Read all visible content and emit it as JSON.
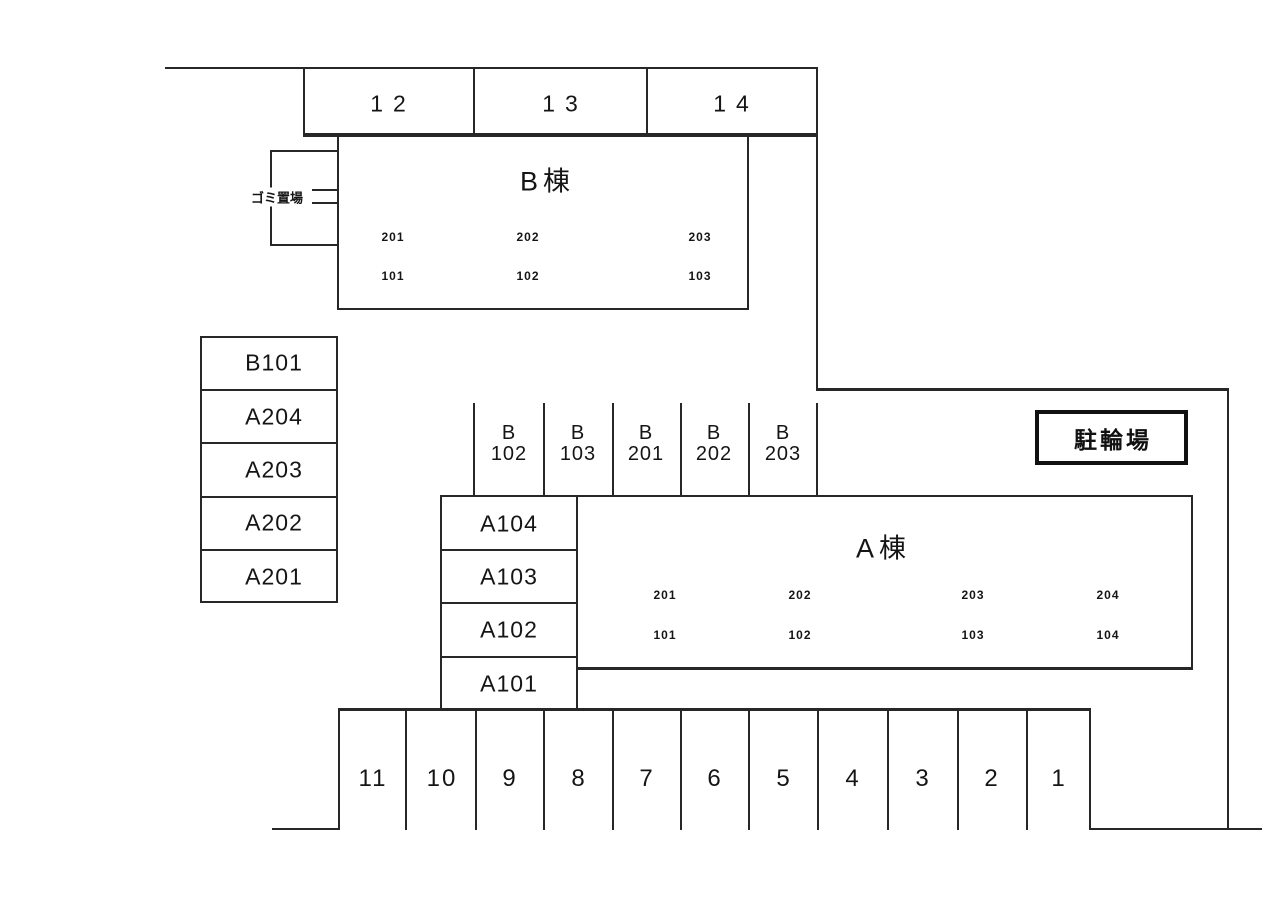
{
  "site": {
    "garbage_area_label": "ゴミ置場",
    "bicycle_parking_label": "駐輪場"
  },
  "building_b": {
    "title": "B棟",
    "rooms_upper": [
      "201",
      "202",
      "203"
    ],
    "rooms_lower": [
      "101",
      "102",
      "103"
    ]
  },
  "building_a": {
    "title": "A棟",
    "rooms_upper": [
      "201",
      "202",
      "203",
      "204"
    ],
    "rooms_lower": [
      "101",
      "102",
      "103",
      "104"
    ]
  },
  "stalls": {
    "top": [
      "12",
      "13",
      "14"
    ],
    "left": [
      "B101",
      "A204",
      "A203",
      "A202",
      "A201"
    ],
    "middle": [
      {
        "prefix": "B",
        "number": "102"
      },
      {
        "prefix": "B",
        "number": "103"
      },
      {
        "prefix": "B",
        "number": "201"
      },
      {
        "prefix": "B",
        "number": "202"
      },
      {
        "prefix": "B",
        "number": "203"
      }
    ],
    "a_column": [
      "A104",
      "A103",
      "A102",
      "A101"
    ],
    "bottom": [
      "11",
      "10",
      "9",
      "8",
      "7",
      "6",
      "5",
      "4",
      "3",
      "2",
      "1"
    ]
  },
  "colors": {
    "background": "#ffffff",
    "line": "#272727",
    "text": "#151515"
  }
}
